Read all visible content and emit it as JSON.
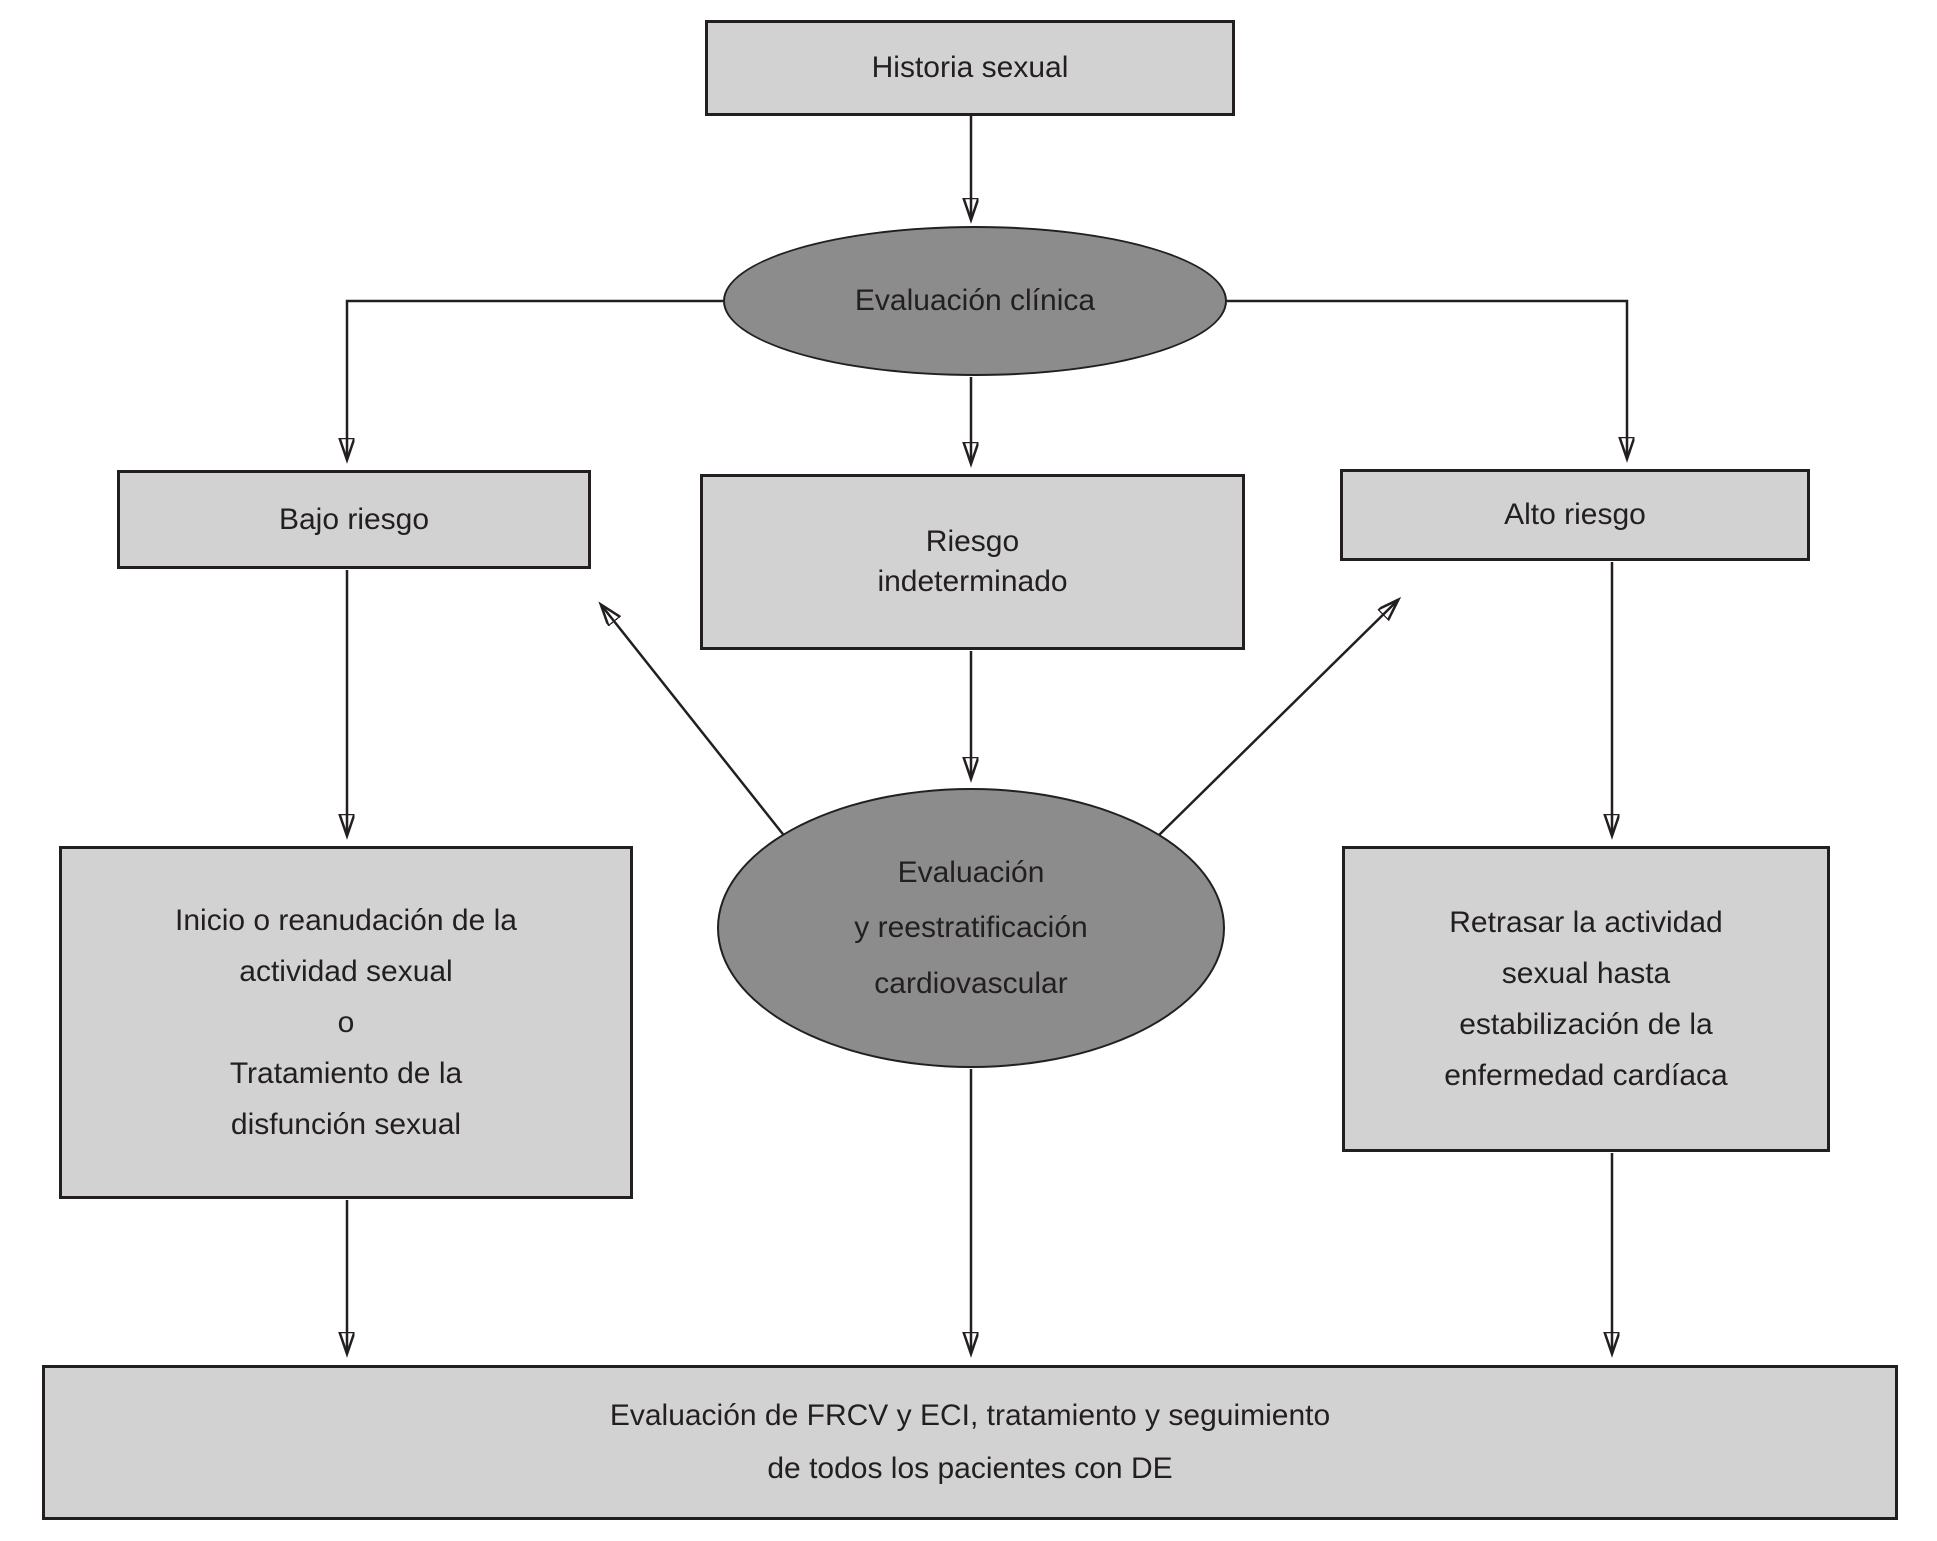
{
  "colors": {
    "background": "#ffffff",
    "box_fill": "#d2d2d2",
    "ellipse_fill": "#8c8c8c",
    "border": "#231f20",
    "arrow": "#231f20",
    "text": "#231f20"
  },
  "nodes": {
    "historia_sexual": {
      "label": "Historia sexual"
    },
    "evaluacion_clinica": {
      "label": "Evaluación clínica"
    },
    "bajo_riesgo": {
      "label": "Bajo riesgo"
    },
    "riesgo_indeterminado": {
      "label": "Riesgo\nindeterminado"
    },
    "alto_riesgo": {
      "label": "Alto riesgo"
    },
    "evaluacion_reestratificacion": {
      "label": "Evaluación\ny reestratificación\ncardiovascular"
    },
    "inicio_tratamiento": {
      "label": "Inicio o reanudación de la\nactividad sexual\no\nTratamiento de la\ndisfunción sexual"
    },
    "retrasar_actividad": {
      "label": "Retrasar la actividad\nsexual hasta\nestabilización de la\nenfermedad cardíaca"
    },
    "evaluacion_frcv": {
      "label": "Evaluación de FRCV y ECI, tratamiento y seguimiento\nde todos los pacientes con DE"
    }
  }
}
